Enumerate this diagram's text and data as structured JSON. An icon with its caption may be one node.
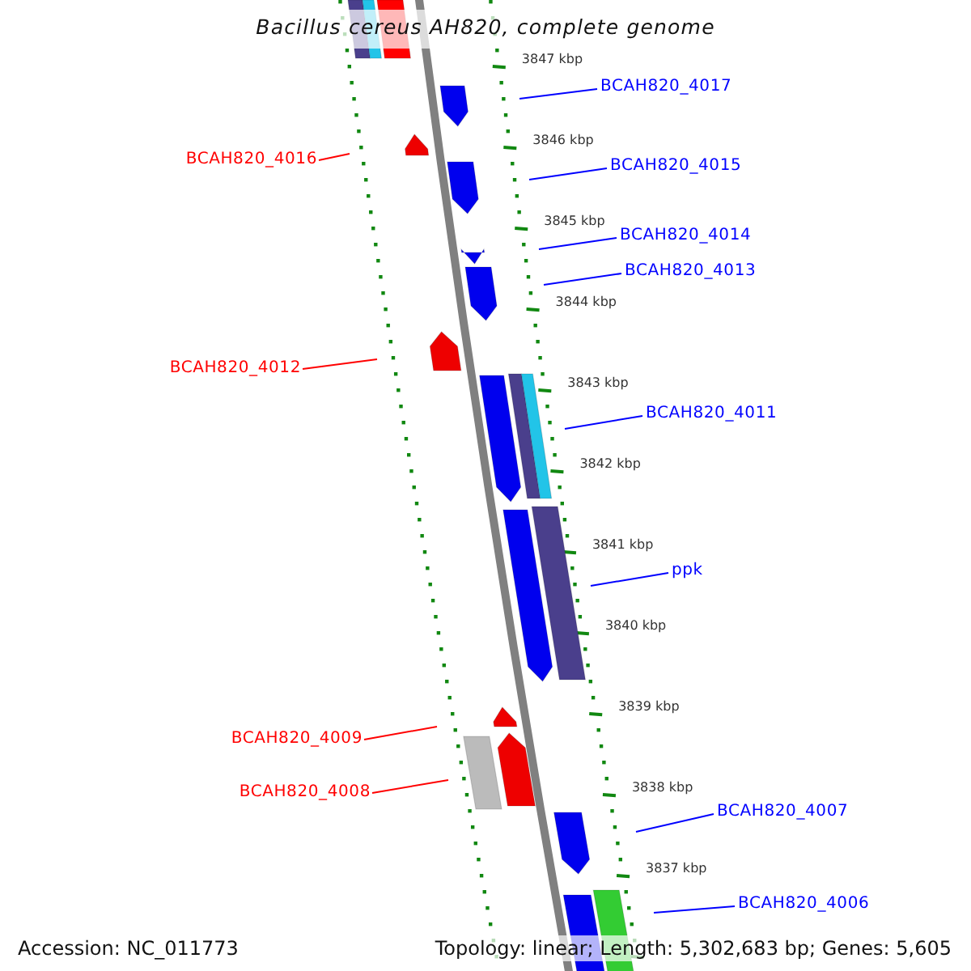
{
  "diagram": {
    "title": "Bacillus cereus AH820, complete genome",
    "nodes": [
      {
        "text": [
          "BCAH820_4017"
        ]
      },
      {
        "text": [
          "BCAH820_4016"
        ]
      },
      {
        "text": [
          "BCAH820_4015"
        ]
      },
      {
        "text": [
          "BCAH820_4014"
        ]
      },
      {
        "text": [
          "BCAH820_4013"
        ]
      },
      {
        "text": [
          "BCAH820_4012"
        ]
      },
      {
        "text": [
          "BCAH820_4011"
        ]
      },
      {
        "text": [
          "ppk"
        ]
      },
      {
        "text": [
          "BCAH820_4009"
        ]
      },
      {
        "text": [
          "BCAH820_4008"
        ]
      },
      {
        "text": [
          "BCAH820_4007"
        ]
      },
      {
        "text": [
          "BCAH820_4006"
        ]
      }
    ],
    "edges": [
      {
        "from": 0,
        "to": null,
        "arrow": "none"
      },
      {
        "from": 1,
        "to": null,
        "arrow": "none",
        "color": "#ff0000"
      },
      {
        "from": 2,
        "to": null,
        "arrow": "none"
      },
      {
        "from": 3,
        "to": null,
        "arrow": "none"
      },
      {
        "from": 4,
        "to": null,
        "arrow": "none"
      },
      {
        "from": 5,
        "to": null,
        "arrow": "none",
        "color": "#ff0000"
      },
      {
        "from": 6,
        "to": null,
        "arrow": "none"
      },
      {
        "from": 7,
        "to": null,
        "arrow": "none"
      },
      {
        "from": 8,
        "to": null,
        "arrow": "none",
        "color": "#ff0000"
      },
      {
        "from": 9,
        "to": null,
        "arrow": "none",
        "color": "#ff0000"
      },
      {
        "from": 10,
        "to": null,
        "arrow": "none"
      },
      {
        "from": 11,
        "to": null,
        "arrow": "none"
      }
    ],
    "labels": [
      "3847 kbp",
      "3846 kbp",
      "3845 kbp",
      "3844 kbp",
      "3843 kbp",
      "3842 kbp",
      "3841 kbp",
      "3840 kbp",
      "3839 kbp",
      "3838 kbp",
      "3837 kbp",
      "Accession: NC_011773",
      "Topology: linear; Length: 5,302,683 bp; Genes: 5,605"
    ]
  }
}
